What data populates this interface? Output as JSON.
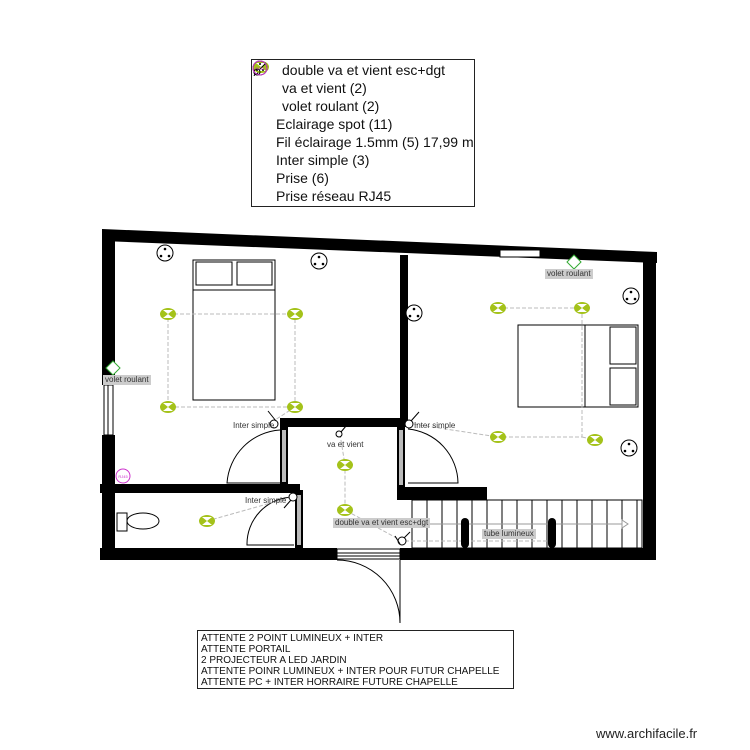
{
  "legend": {
    "items": [
      {
        "icon": "double-switch-icon",
        "label": "double va et vient esc+dgt"
      },
      {
        "icon": "two-way-switch-icon",
        "label": "va et vient (2)"
      },
      {
        "icon": "none",
        "label": "volet roulant (2)"
      },
      {
        "icon": "spot-light-icon",
        "label": "Eclairage spot (11)"
      },
      {
        "icon": "none",
        "label": "Fil éclairage 1.5mm (5) 17,99 m"
      },
      {
        "icon": "simple-switch-icon",
        "label": "Inter simple (3)"
      },
      {
        "icon": "outlet-icon",
        "label": "Prise (6)"
      },
      {
        "icon": "rj45-icon",
        "label": "Prise réseau RJ45"
      }
    ]
  },
  "plan_labels": {
    "volet_roulant_right": "volet roulant",
    "volet_roulant_left": "volet roulant",
    "inter_simple_1": "Inter simple",
    "inter_simple_2": "Inter simple",
    "inter_simple_3": "Inter simple",
    "va_et_vient": "va et vient",
    "double_va_et_vient": "double va et vient esc+dgt",
    "tube_lumineux": "tube lumineux",
    "rj45_text": "RJ45"
  },
  "notes": [
    "ATTENTE 2 POINT LUMINEUX + INTER",
    "ATTENTE PORTAIL",
    "2 PROJECTEUR A LED JARDIN",
    "ATTENTE POINR LUMINEUX + INTER POUR FUTUR CHAPELLE",
    "ATTENTE PC + INTER HORRAIRE FUTURE CHAPELLE"
  ],
  "watermark": "www.archifacile.fr",
  "colors": {
    "spot": "#a4c21a",
    "wall": "#000000",
    "rj45": "#cc33cc",
    "jamb": "#bbbbbb"
  }
}
